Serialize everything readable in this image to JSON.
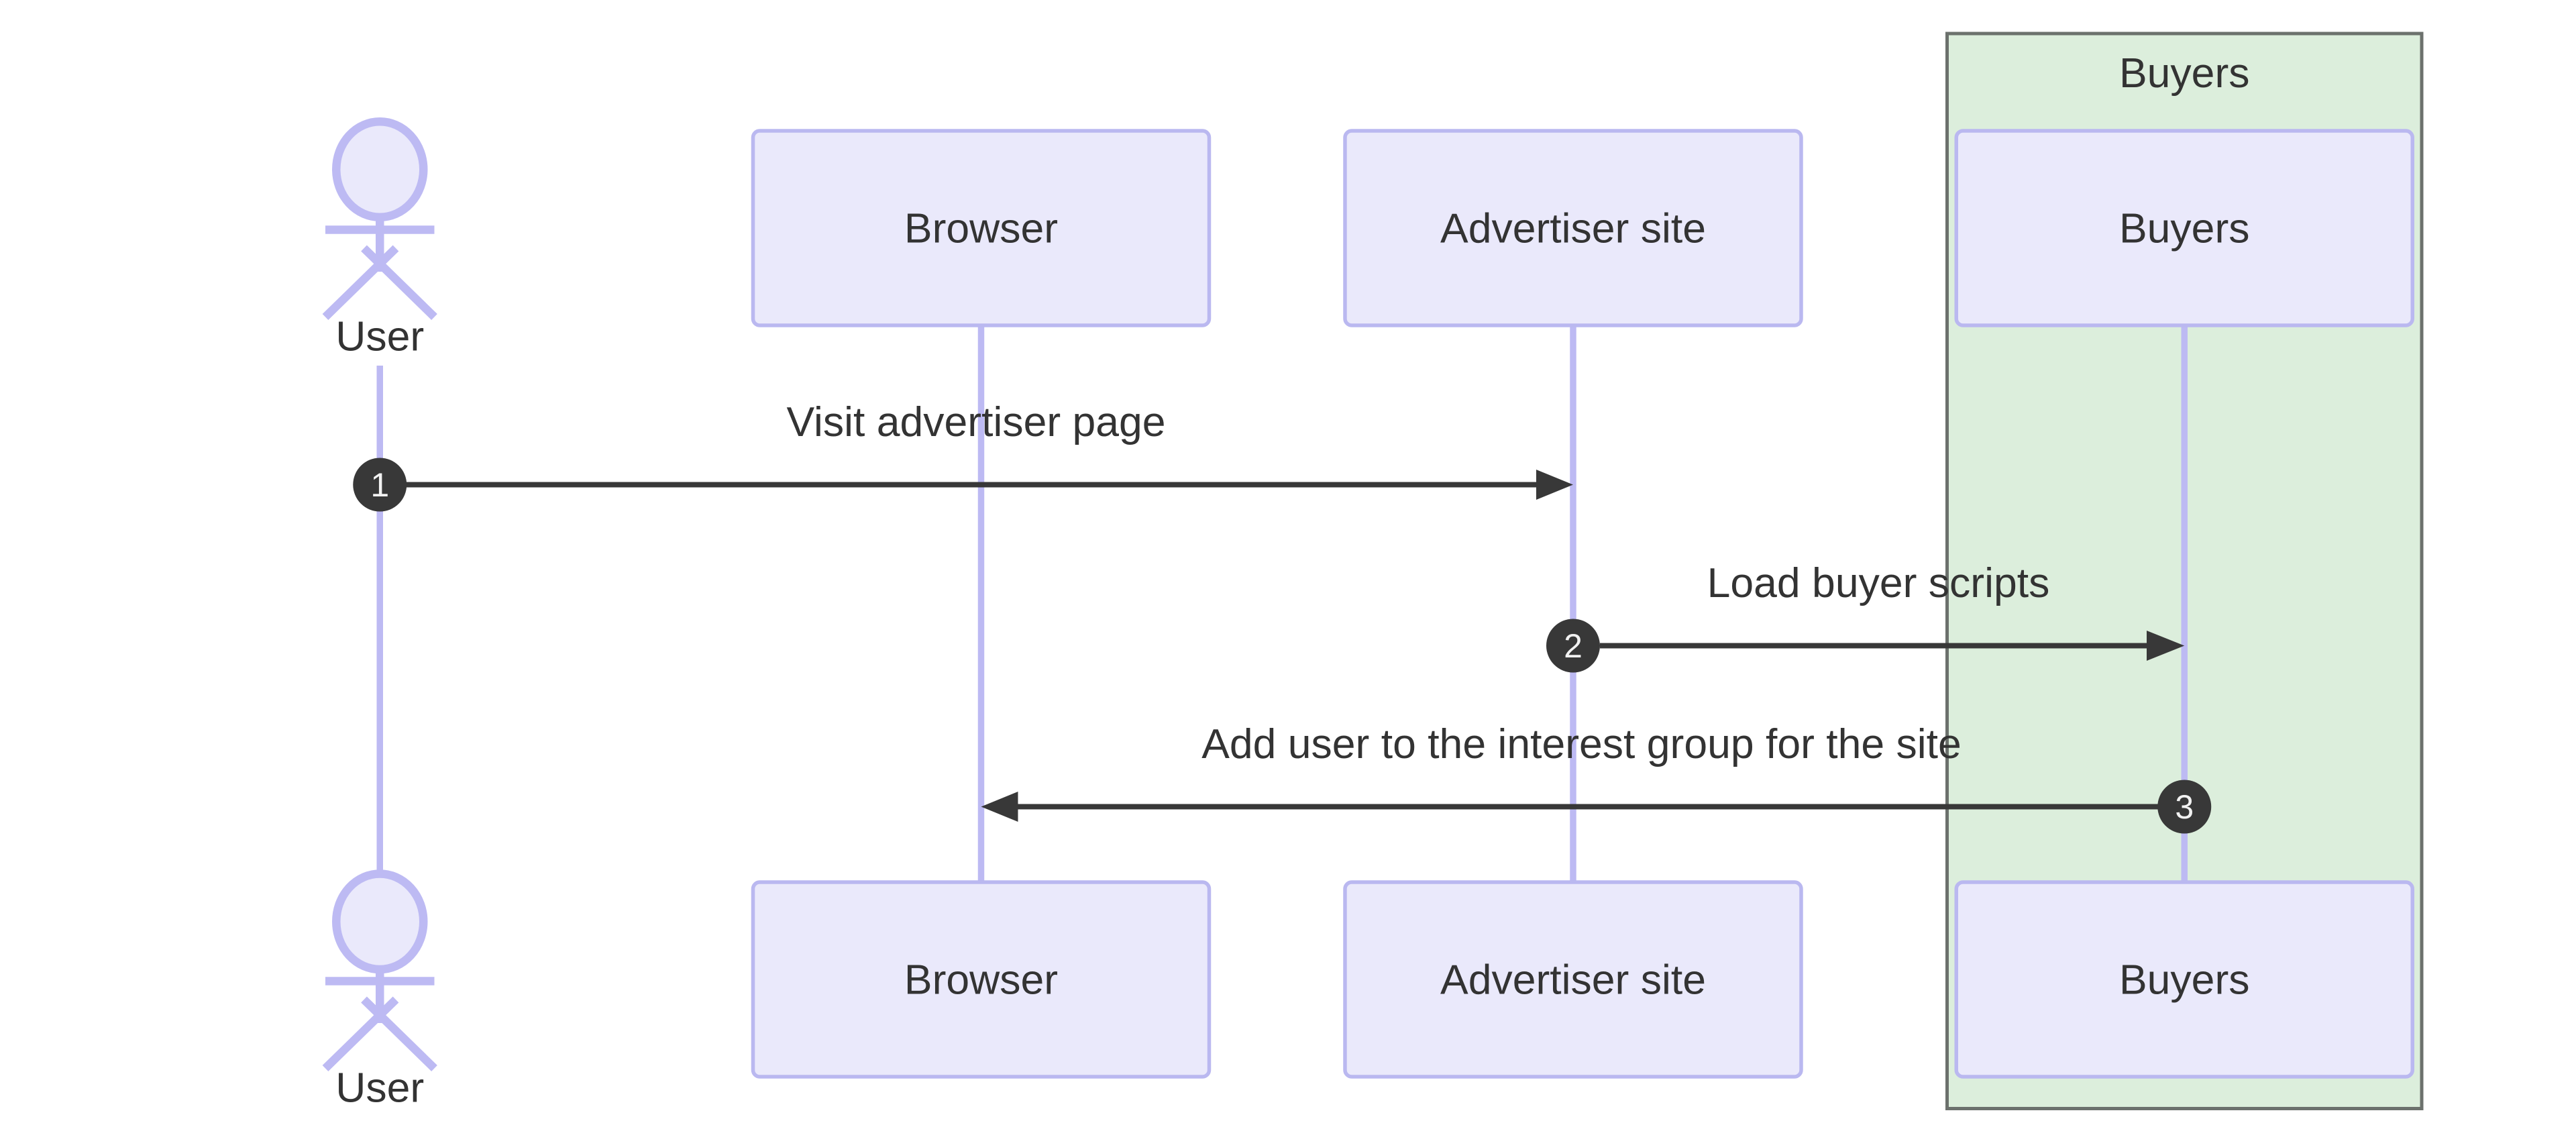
{
  "diagram": {
    "type": "sequence-diagram",
    "actor": {
      "label": "User"
    },
    "participants": [
      {
        "id": "browser",
        "label": "Browser"
      },
      {
        "id": "advertiser-site",
        "label": "Advertiser site"
      },
      {
        "id": "buyers",
        "label": "Buyers"
      }
    ],
    "group": {
      "label": "Buyers",
      "fill": "#DCEEDC",
      "border": "#6C716D"
    },
    "messages": [
      {
        "number": "1",
        "label": "Visit advertiser page",
        "from": "User",
        "to": "Advertiser site"
      },
      {
        "number": "2",
        "label": "Load buyer scripts",
        "from": "Advertiser site",
        "to": "Buyers"
      },
      {
        "number": "3",
        "label": "Add user to the interest group for the site",
        "from": "Buyers",
        "to": "Browser"
      }
    ],
    "colors": {
      "participant_fill": "#EAE9FB",
      "participant_border": "#BAB8F0",
      "lifeline": "#BDBAF3",
      "group_fill": "#DCEEDC",
      "group_border": "#6C716D",
      "message_line": "#383838",
      "number_badge_fill": "#383838",
      "number_badge_text": "#F2F2F2",
      "text": "#333333",
      "background": "#FFFFFF"
    }
  }
}
